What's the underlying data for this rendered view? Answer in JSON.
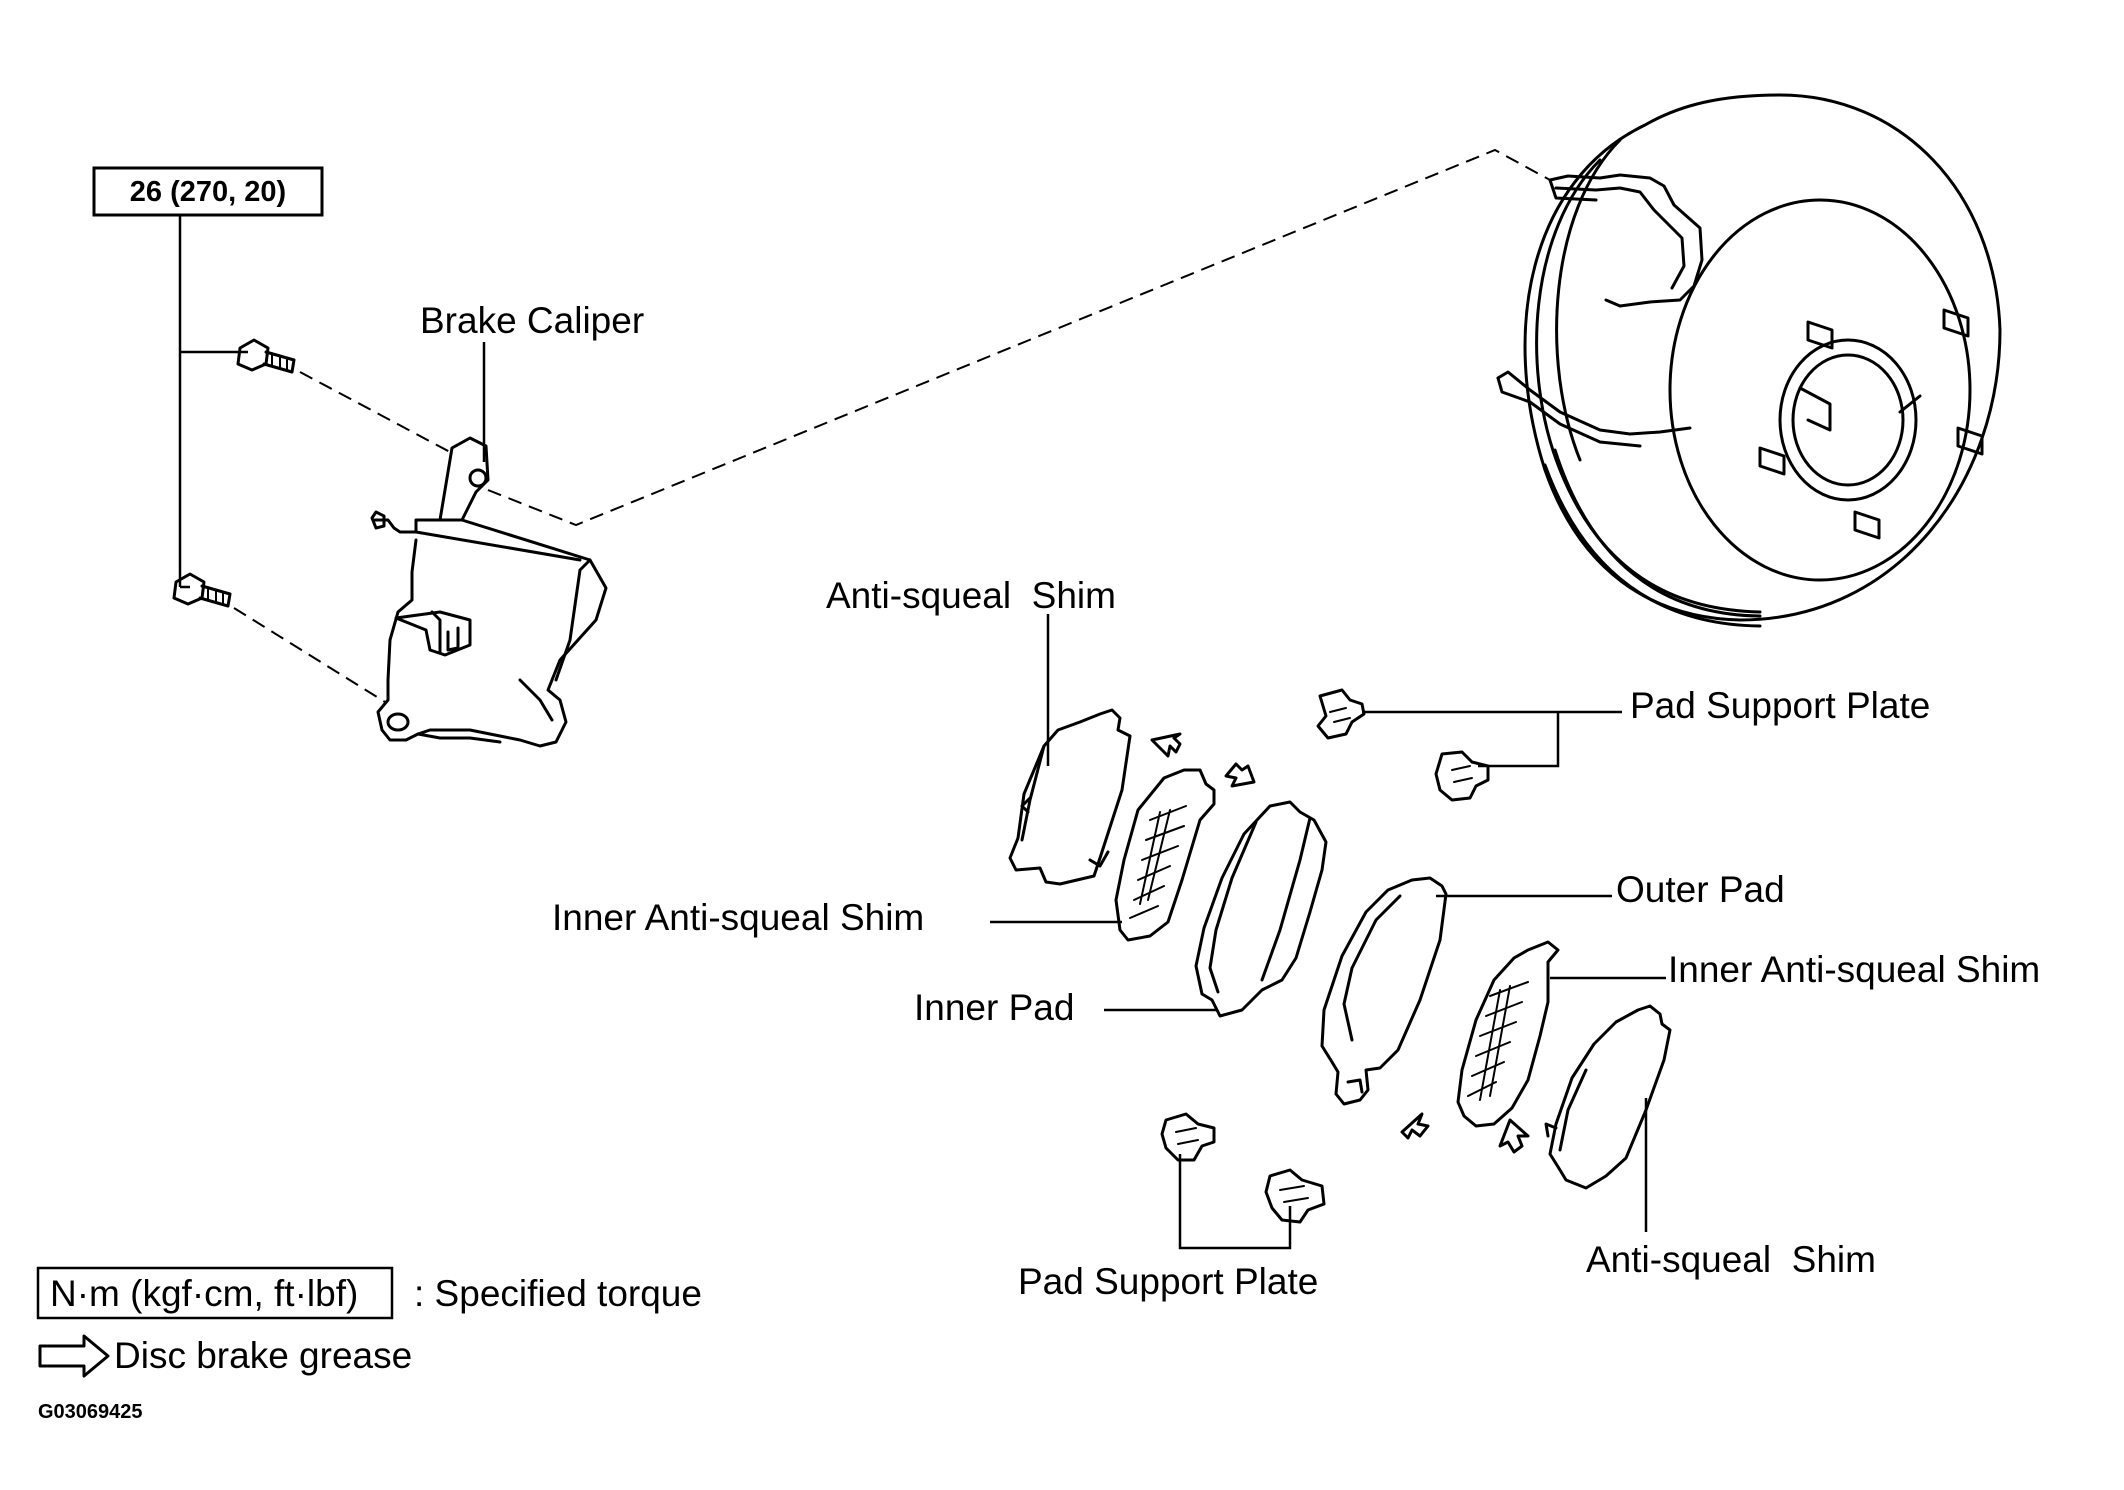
{
  "torque_box": "26 (270, 20)",
  "labels": {
    "brake_caliper": "Brake Caliper",
    "anti_squeal_shim_top": "Anti-squeal  Shim",
    "inner_anti_squeal_shim_left": "Inner Anti-squeal Shim",
    "inner_pad": "Inner Pad",
    "pad_support_plate_top": "Pad Support Plate",
    "outer_pad": "Outer Pad",
    "inner_anti_squeal_shim_right": "Inner Anti-squeal Shim",
    "anti_squeal_shim_bottom": "Anti-squeal  Shim",
    "pad_support_plate_bottom": "Pad Support Plate"
  },
  "legend": {
    "unit_box": "N·m (kgf·cm, ft·lbf)",
    "torque_text": ": Specified torque",
    "grease_text": "Disc brake grease"
  },
  "figure_id": "G03069425"
}
